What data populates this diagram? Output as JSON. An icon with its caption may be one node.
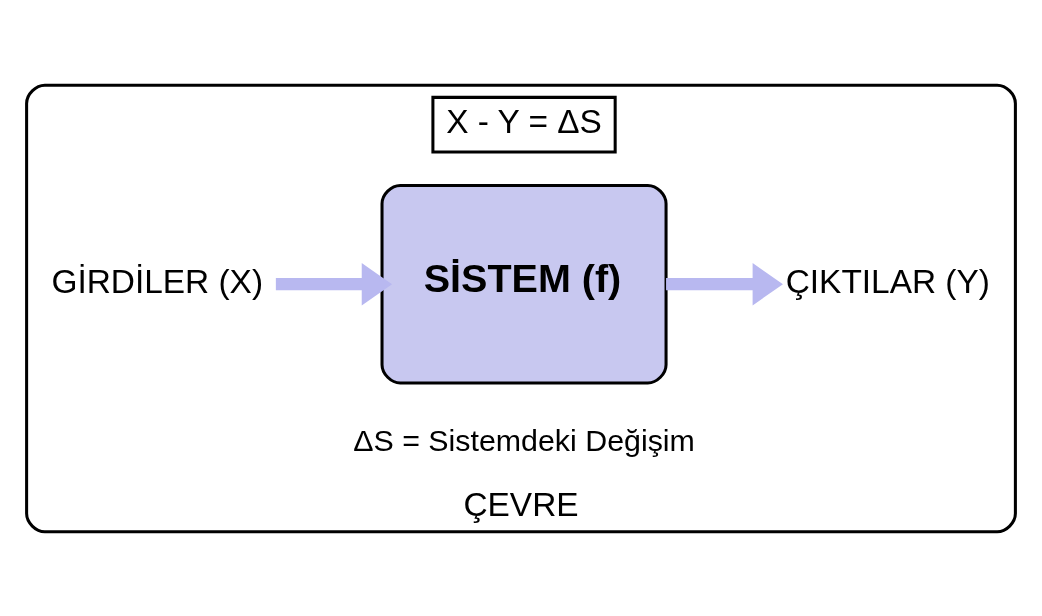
{
  "diagram": {
    "nodes": [
      {
        "text": [
          "ÇEVRE"
        ]
      },
      {
        "text": [
          "X - Y = ΔS"
        ],
        "in": 0
      },
      {
        "text": [
          "SİSTEM (f)"
        ],
        "in": 0
      },
      {
        "text": [
          "GİRDİLER (X)"
        ],
        "in": 0
      },
      {
        "text": [
          "ÇIKTILAR (Y)"
        ],
        "in": 0
      }
    ],
    "edges": [
      {
        "from": 3,
        "to": 2,
        "arrow": "to"
      },
      {
        "from": 2,
        "to": 4,
        "arrow": "to"
      }
    ],
    "labels": [
      "ΔS = Sistemdeki Değişim"
    ]
  }
}
